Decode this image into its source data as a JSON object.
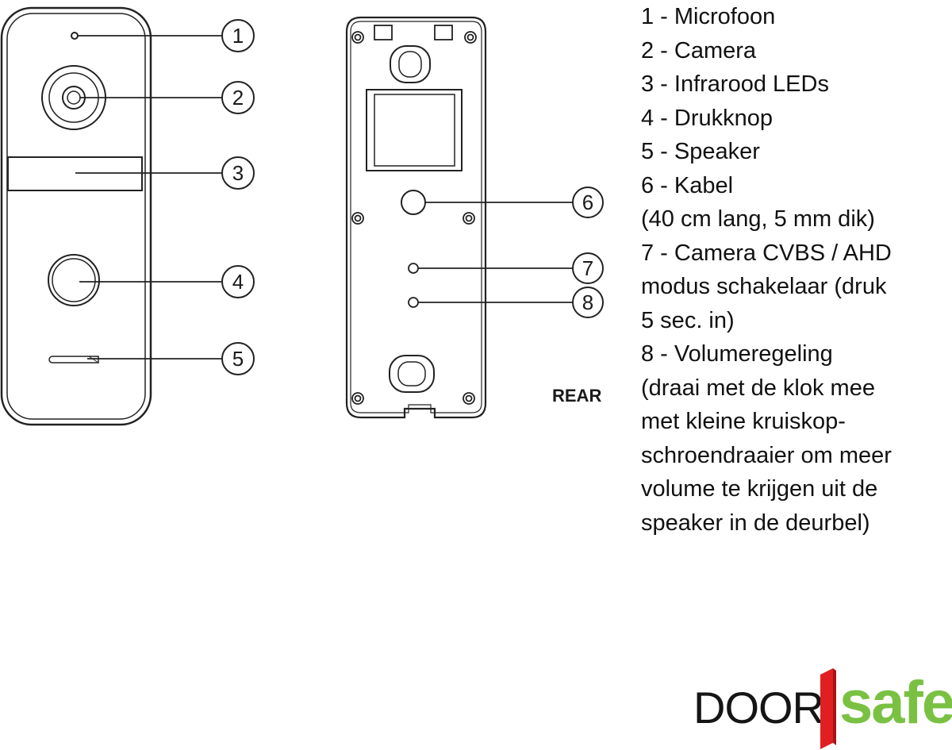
{
  "callouts_front": [
    "1",
    "2",
    "3",
    "4",
    "5"
  ],
  "callouts_rear": [
    "6",
    "7",
    "8"
  ],
  "rear_label": "REAR",
  "legend": [
    "1 - Microfoon",
    "2 - Camera",
    "3 - Infrarood LEDs",
    "4 - Drukknop",
    "5 - Speaker",
    "6 - Kabel",
    "(40 cm lang, 5 mm dik)",
    "7 - Camera CVBS / AHD",
    "modus schakelaar (druk",
    "5 sec. in)",
    "8 - Volumeregeling",
    "(draai met de klok mee",
    "met kleine kruiskop-",
    "schroendraaier om meer",
    "volume te krijgen uit de",
    "speaker in de deurbel)"
  ],
  "logo": {
    "left_text": "DOOR",
    "right_text": "safe",
    "left_color": "#151515",
    "right_color": "#7ac143",
    "bar_color": "#e02020"
  },
  "colors": {
    "line": "#222222"
  }
}
